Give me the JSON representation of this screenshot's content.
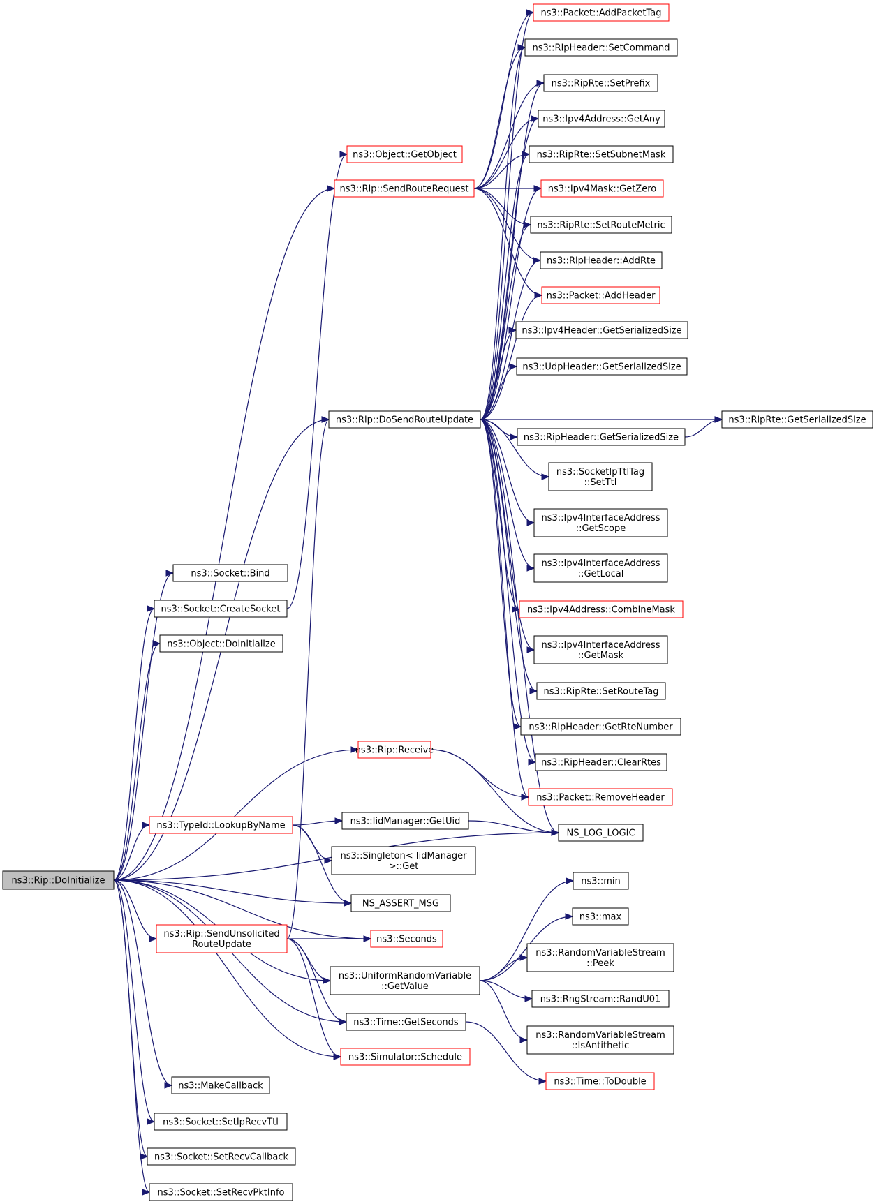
{
  "colors": {
    "edge": "#191970",
    "border_normal": "#000000",
    "border_highlight": "#ff0000",
    "root_fill": "#bfbfbf",
    "node_fill": "#ffffff"
  },
  "nodes": [
    {
      "id": "root",
      "lines": [
        "ns3::Rip::DoInitialize"
      ],
      "style": "root"
    },
    {
      "id": "socket_bind",
      "lines": [
        "ns3::Socket::Bind"
      ],
      "style": "normal"
    },
    {
      "id": "socket_create",
      "lines": [
        "ns3::Socket::CreateSocket"
      ],
      "style": "normal"
    },
    {
      "id": "object_doinit",
      "lines": [
        "ns3::Object::DoInitialize"
      ],
      "style": "normal"
    },
    {
      "id": "object_getobject",
      "lines": [
        "ns3::Object::GetObject"
      ],
      "style": "red"
    },
    {
      "id": "send_route_request",
      "lines": [
        "ns3::Rip::SendRouteRequest"
      ],
      "style": "red"
    },
    {
      "id": "do_send_route_update",
      "lines": [
        "ns3::Rip::DoSendRouteUpdate"
      ],
      "style": "normal"
    },
    {
      "id": "rip_receive",
      "lines": [
        "ns3::Rip::Receive"
      ],
      "style": "red"
    },
    {
      "id": "typeid_lookup",
      "lines": [
        "ns3::TypeId::LookupByName"
      ],
      "style": "red"
    },
    {
      "id": "iidmanager_getuid",
      "lines": [
        "ns3::IidManager::GetUid"
      ],
      "style": "normal"
    },
    {
      "id": "singleton_get",
      "lines": [
        "ns3::Singleton< IidManager",
        ">::Get"
      ],
      "style": "normal"
    },
    {
      "id": "ns_assert_msg",
      "lines": [
        "NS_ASSERT_MSG"
      ],
      "style": "normal"
    },
    {
      "id": "send_unsolicited",
      "lines": [
        "ns3::Rip::SendUnsolicited",
        "RouteUpdate"
      ],
      "style": "red"
    },
    {
      "id": "seconds",
      "lines": [
        "ns3::Seconds"
      ],
      "style": "red"
    },
    {
      "id": "uniform_getvalue",
      "lines": [
        "ns3::UniformRandomVariable",
        "::GetValue"
      ],
      "style": "normal"
    },
    {
      "id": "time_getseconds",
      "lines": [
        "ns3::Time::GetSeconds"
      ],
      "style": "normal"
    },
    {
      "id": "simulator_schedule",
      "lines": [
        "ns3::Simulator::Schedule"
      ],
      "style": "red"
    },
    {
      "id": "make_callback",
      "lines": [
        "ns3::MakeCallback"
      ],
      "style": "normal"
    },
    {
      "id": "set_ip_recv_ttl",
      "lines": [
        "ns3::Socket::SetIpRecvTtl"
      ],
      "style": "normal"
    },
    {
      "id": "set_recv_callback",
      "lines": [
        "ns3::Socket::SetRecvCallback"
      ],
      "style": "normal"
    },
    {
      "id": "set_recv_pktinfo",
      "lines": [
        "ns3::Socket::SetRecvPktInfo"
      ],
      "style": "normal"
    },
    {
      "id": "packet_addpackettag",
      "lines": [
        "ns3::Packet::AddPacketTag"
      ],
      "style": "red"
    },
    {
      "id": "ripheader_setcommand",
      "lines": [
        "ns3::RipHeader::SetCommand"
      ],
      "style": "normal"
    },
    {
      "id": "riprte_setprefix",
      "lines": [
        "ns3::RipRte::SetPrefix"
      ],
      "style": "normal"
    },
    {
      "id": "ipv4address_getany",
      "lines": [
        "ns3::Ipv4Address::GetAny"
      ],
      "style": "normal"
    },
    {
      "id": "riprte_setsubnetmask",
      "lines": [
        "ns3::RipRte::SetSubnetMask"
      ],
      "style": "normal"
    },
    {
      "id": "ipv4mask_getzero",
      "lines": [
        "ns3::Ipv4Mask::GetZero"
      ],
      "style": "red"
    },
    {
      "id": "riprte_setroutemetric",
      "lines": [
        "ns3::RipRte::SetRouteMetric"
      ],
      "style": "normal"
    },
    {
      "id": "ripheader_addrte",
      "lines": [
        "ns3::RipHeader::AddRte"
      ],
      "style": "normal"
    },
    {
      "id": "packet_addheader",
      "lines": [
        "ns3::Packet::AddHeader"
      ],
      "style": "red"
    },
    {
      "id": "ipv4header_size",
      "lines": [
        "ns3::Ipv4Header::GetSerializedSize"
      ],
      "style": "normal"
    },
    {
      "id": "udpheader_size",
      "lines": [
        "ns3::UdpHeader::GetSerializedSize"
      ],
      "style": "normal"
    },
    {
      "id": "riprte_size",
      "lines": [
        "ns3::RipRte::GetSerializedSize"
      ],
      "style": "normal"
    },
    {
      "id": "ripheader_size",
      "lines": [
        "ns3::RipHeader::GetSerializedSize"
      ],
      "style": "normal"
    },
    {
      "id": "socketipttltag_setttl",
      "lines": [
        "ns3::SocketIpTtlTag",
        "::SetTtl"
      ],
      "style": "normal"
    },
    {
      "id": "ipv4ifaddr_getscope",
      "lines": [
        "ns3::Ipv4InterfaceAddress",
        "::GetScope"
      ],
      "style": "normal"
    },
    {
      "id": "ipv4ifaddr_getlocal",
      "lines": [
        "ns3::Ipv4InterfaceAddress",
        "::GetLocal"
      ],
      "style": "normal"
    },
    {
      "id": "ipv4address_combinemask",
      "lines": [
        "ns3::Ipv4Address::CombineMask"
      ],
      "style": "red"
    },
    {
      "id": "ipv4ifaddr_getmask",
      "lines": [
        "ns3::Ipv4InterfaceAddress",
        "::GetMask"
      ],
      "style": "normal"
    },
    {
      "id": "riprte_setroutetag",
      "lines": [
        "ns3::RipRte::SetRouteTag"
      ],
      "style": "normal"
    },
    {
      "id": "ripheader_getrtenumber",
      "lines": [
        "ns3::RipHeader::GetRteNumber"
      ],
      "style": "normal"
    },
    {
      "id": "ripheader_clearrtes",
      "lines": [
        "ns3::RipHeader::ClearRtes"
      ],
      "style": "normal"
    },
    {
      "id": "packet_removeheader",
      "lines": [
        "ns3::Packet::RemoveHeader"
      ],
      "style": "red"
    },
    {
      "id": "ns_log_logic",
      "lines": [
        "NS_LOG_LOGIC"
      ],
      "style": "normal"
    },
    {
      "id": "ns3_min",
      "lines": [
        "ns3::min"
      ],
      "style": "normal"
    },
    {
      "id": "ns3_max",
      "lines": [
        "ns3::max"
      ],
      "style": "normal"
    },
    {
      "id": "rvs_peek",
      "lines": [
        "ns3::RandomVariableStream",
        "::Peek"
      ],
      "style": "normal"
    },
    {
      "id": "rngstream_randu01",
      "lines": [
        "ns3::RngStream::RandU01"
      ],
      "style": "normal"
    },
    {
      "id": "rvs_isantithetic",
      "lines": [
        "ns3::RandomVariableStream",
        "::IsAntithetic"
      ],
      "style": "normal"
    },
    {
      "id": "time_todouble",
      "lines": [
        "ns3::Time::ToDouble"
      ],
      "style": "red"
    }
  ],
  "edges": [
    [
      "root",
      "socket_bind"
    ],
    [
      "root",
      "socket_create"
    ],
    [
      "root",
      "object_doinit"
    ],
    [
      "root",
      "send_route_request"
    ],
    [
      "root",
      "do_send_route_update"
    ],
    [
      "root",
      "rip_receive"
    ],
    [
      "root",
      "ns_log_logic"
    ],
    [
      "root",
      "typeid_lookup"
    ],
    [
      "root",
      "ns_assert_msg"
    ],
    [
      "root",
      "send_unsolicited"
    ],
    [
      "root",
      "seconds"
    ],
    [
      "root",
      "uniform_getvalue"
    ],
    [
      "root",
      "time_getseconds"
    ],
    [
      "root",
      "simulator_schedule"
    ],
    [
      "root",
      "make_callback"
    ],
    [
      "root",
      "set_ip_recv_ttl"
    ],
    [
      "root",
      "set_recv_callback"
    ],
    [
      "root",
      "set_recv_pktinfo"
    ],
    [
      "socket_create",
      "object_getobject"
    ],
    [
      "send_route_request",
      "packet_addpackettag"
    ],
    [
      "send_route_request",
      "ripheader_setcommand"
    ],
    [
      "send_route_request",
      "riprte_setprefix"
    ],
    [
      "send_route_request",
      "ipv4address_getany"
    ],
    [
      "send_route_request",
      "riprte_setsubnetmask"
    ],
    [
      "send_route_request",
      "ipv4mask_getzero"
    ],
    [
      "send_route_request",
      "riprte_setroutemetric"
    ],
    [
      "send_route_request",
      "ripheader_addrte"
    ],
    [
      "send_route_request",
      "packet_addheader"
    ],
    [
      "do_send_route_update",
      "packet_addpackettag"
    ],
    [
      "do_send_route_update",
      "ripheader_setcommand"
    ],
    [
      "do_send_route_update",
      "riprte_setprefix"
    ],
    [
      "do_send_route_update",
      "ipv4address_getany"
    ],
    [
      "do_send_route_update",
      "riprte_setsubnetmask"
    ],
    [
      "do_send_route_update",
      "ipv4mask_getzero"
    ],
    [
      "do_send_route_update",
      "riprte_setroutemetric"
    ],
    [
      "do_send_route_update",
      "ripheader_addrte"
    ],
    [
      "do_send_route_update",
      "packet_addheader"
    ],
    [
      "do_send_route_update",
      "ipv4header_size"
    ],
    [
      "do_send_route_update",
      "udpheader_size"
    ],
    [
      "do_send_route_update",
      "riprte_size"
    ],
    [
      "do_send_route_update",
      "ripheader_size"
    ],
    [
      "do_send_route_update",
      "socketipttltag_setttl"
    ],
    [
      "do_send_route_update",
      "ipv4ifaddr_getscope"
    ],
    [
      "do_send_route_update",
      "ipv4ifaddr_getlocal"
    ],
    [
      "do_send_route_update",
      "ipv4address_combinemask"
    ],
    [
      "do_send_route_update",
      "ipv4ifaddr_getmask"
    ],
    [
      "do_send_route_update",
      "riprte_setroutetag"
    ],
    [
      "do_send_route_update",
      "ripheader_getrtenumber"
    ],
    [
      "do_send_route_update",
      "ripheader_clearrtes"
    ],
    [
      "do_send_route_update",
      "packet_removeheader"
    ],
    [
      "do_send_route_update",
      "ns_log_logic"
    ],
    [
      "ripheader_size",
      "riprte_size"
    ],
    [
      "rip_receive",
      "packet_removeheader"
    ],
    [
      "rip_receive",
      "ns_log_logic"
    ],
    [
      "typeid_lookup",
      "iidmanager_getuid"
    ],
    [
      "typeid_lookup",
      "singleton_get"
    ],
    [
      "typeid_lookup",
      "ns_assert_msg"
    ],
    [
      "iidmanager_getuid",
      "ns_log_logic"
    ],
    [
      "send_unsolicited",
      "do_send_route_update"
    ],
    [
      "send_unsolicited",
      "seconds"
    ],
    [
      "send_unsolicited",
      "uniform_getvalue"
    ],
    [
      "send_unsolicited",
      "time_getseconds"
    ],
    [
      "send_unsolicited",
      "simulator_schedule"
    ],
    [
      "uniform_getvalue",
      "ns3_min"
    ],
    [
      "uniform_getvalue",
      "ns3_max"
    ],
    [
      "uniform_getvalue",
      "rvs_peek"
    ],
    [
      "uniform_getvalue",
      "rngstream_randu01"
    ],
    [
      "uniform_getvalue",
      "rvs_isantithetic"
    ],
    [
      "time_getseconds",
      "time_todouble"
    ]
  ]
}
